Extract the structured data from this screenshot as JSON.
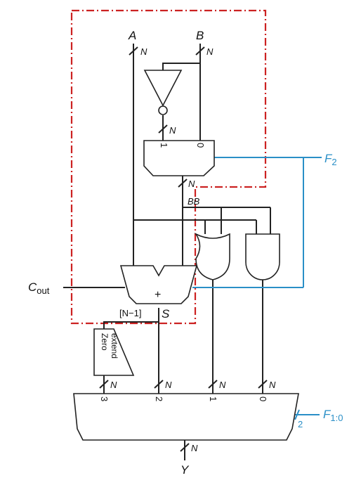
{
  "inputs": {
    "a": "A",
    "b": "B"
  },
  "bus_width": "N",
  "invert_bus_width": "N",
  "mux_inputs": {
    "one": "1",
    "zero": "0"
  },
  "bb_label": "BB",
  "adder": {
    "plus": "+",
    "sum": "S",
    "msb": "[N−1]"
  },
  "carry_out": {
    "main": "C",
    "sub": "out"
  },
  "zero_extend": {
    "line1": "Zero",
    "line2": "extend"
  },
  "f2": {
    "main": "F",
    "sub": "2"
  },
  "f10": {
    "main": "F",
    "sub": "1:0",
    "width": "2"
  },
  "out_mux_inputs": {
    "three": "3",
    "two": "2",
    "one": "1",
    "zero": "0"
  },
  "output": {
    "name": "Y",
    "width": "N"
  },
  "colors": {
    "wire": "#222222",
    "control": "#2a8fc7",
    "boundary": "#cc2222"
  }
}
